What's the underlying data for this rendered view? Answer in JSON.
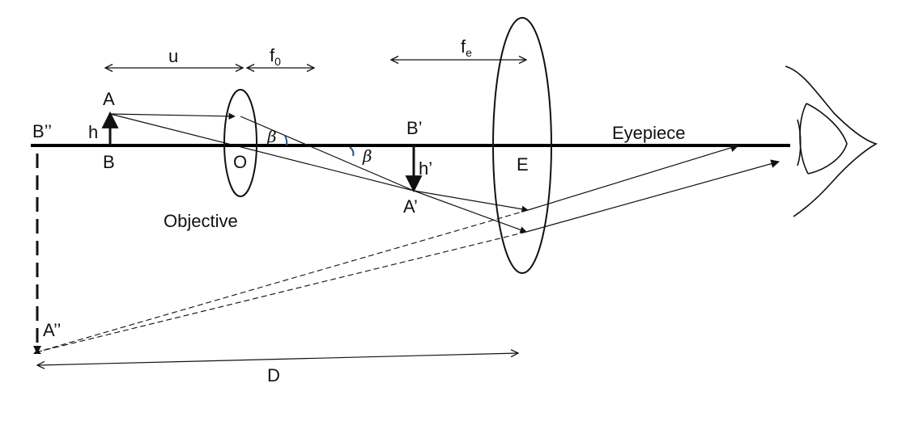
{
  "labels": {
    "u": "u",
    "f0_main": "f",
    "f0_sub": "0",
    "fe_main": "f",
    "fe_sub": "e",
    "A": "A",
    "B": "B",
    "h": "h",
    "O": "O",
    "objective": "Objective",
    "beta1": "β",
    "beta2": "β",
    "B_prime": "B’",
    "h_prime": "h’",
    "A_prime": "A’",
    "E": "E",
    "eyepiece": "Eyepiece",
    "B_dprime": "B’’",
    "A_dprime": "A’’",
    "D": "D"
  }
}
